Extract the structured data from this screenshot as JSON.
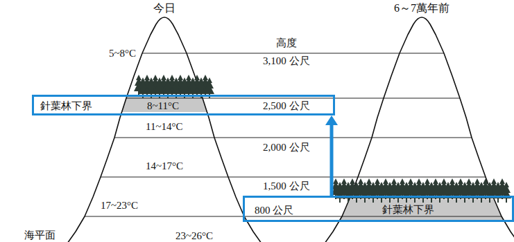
{
  "diagram": {
    "nodes": [
      {
        "text": [
          "針葉林下界",
          "8~11°C",
          "2,500 公尺"
        ]
      },
      {
        "text": [
          "800 公尺",
          "針葉林下界"
        ]
      }
    ],
    "edges": [
      {
        "from": 1,
        "to": 0,
        "arrow": "to"
      }
    ],
    "labels": [
      "今日",
      "6～7萬年前",
      "高度",
      "5~8°C",
      "3,100 公尺",
      "11~14°C",
      "2,000 公尺",
      "14~17°C",
      "1,500 公尺",
      "17~23°C",
      "海平面",
      "23~26°C"
    ]
  }
}
